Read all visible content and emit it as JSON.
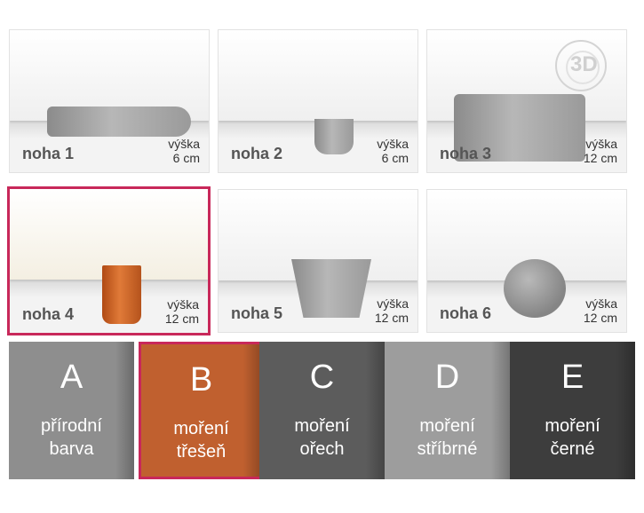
{
  "legs": [
    {
      "label": "noha 1",
      "height_label": "výška",
      "height_value": "6 cm"
    },
    {
      "label": "noha 2",
      "height_label": "výška",
      "height_value": "6 cm"
    },
    {
      "label": "noha 3",
      "height_label": "výška",
      "height_value": "12 cm"
    },
    {
      "label": "noha 4",
      "height_label": "výška",
      "height_value": "12 cm",
      "selected": true
    },
    {
      "label": "noha 5",
      "height_label": "výška",
      "height_value": "12 cm"
    },
    {
      "label": "noha 6",
      "height_label": "výška",
      "height_value": "12 cm"
    }
  ],
  "logo_text": "3D",
  "finishes": [
    {
      "letter": "A",
      "line1": "přírodní",
      "line2": "barva",
      "color": "#8e8e8e"
    },
    {
      "letter": "B",
      "line1": "moření",
      "line2": "třešeň",
      "color": "#c0602f",
      "selected": true
    },
    {
      "letter": "C",
      "line1": "moření",
      "line2": "ořech",
      "color": "#5c5c5c"
    },
    {
      "letter": "D",
      "line1": "moření",
      "line2": "stříbrné",
      "color": "#9d9d9d"
    },
    {
      "letter": "E",
      "line1": "moření",
      "line2": "černé",
      "color": "#3d3d3d"
    }
  ],
  "colors": {
    "selection_border": "#c8285a"
  }
}
